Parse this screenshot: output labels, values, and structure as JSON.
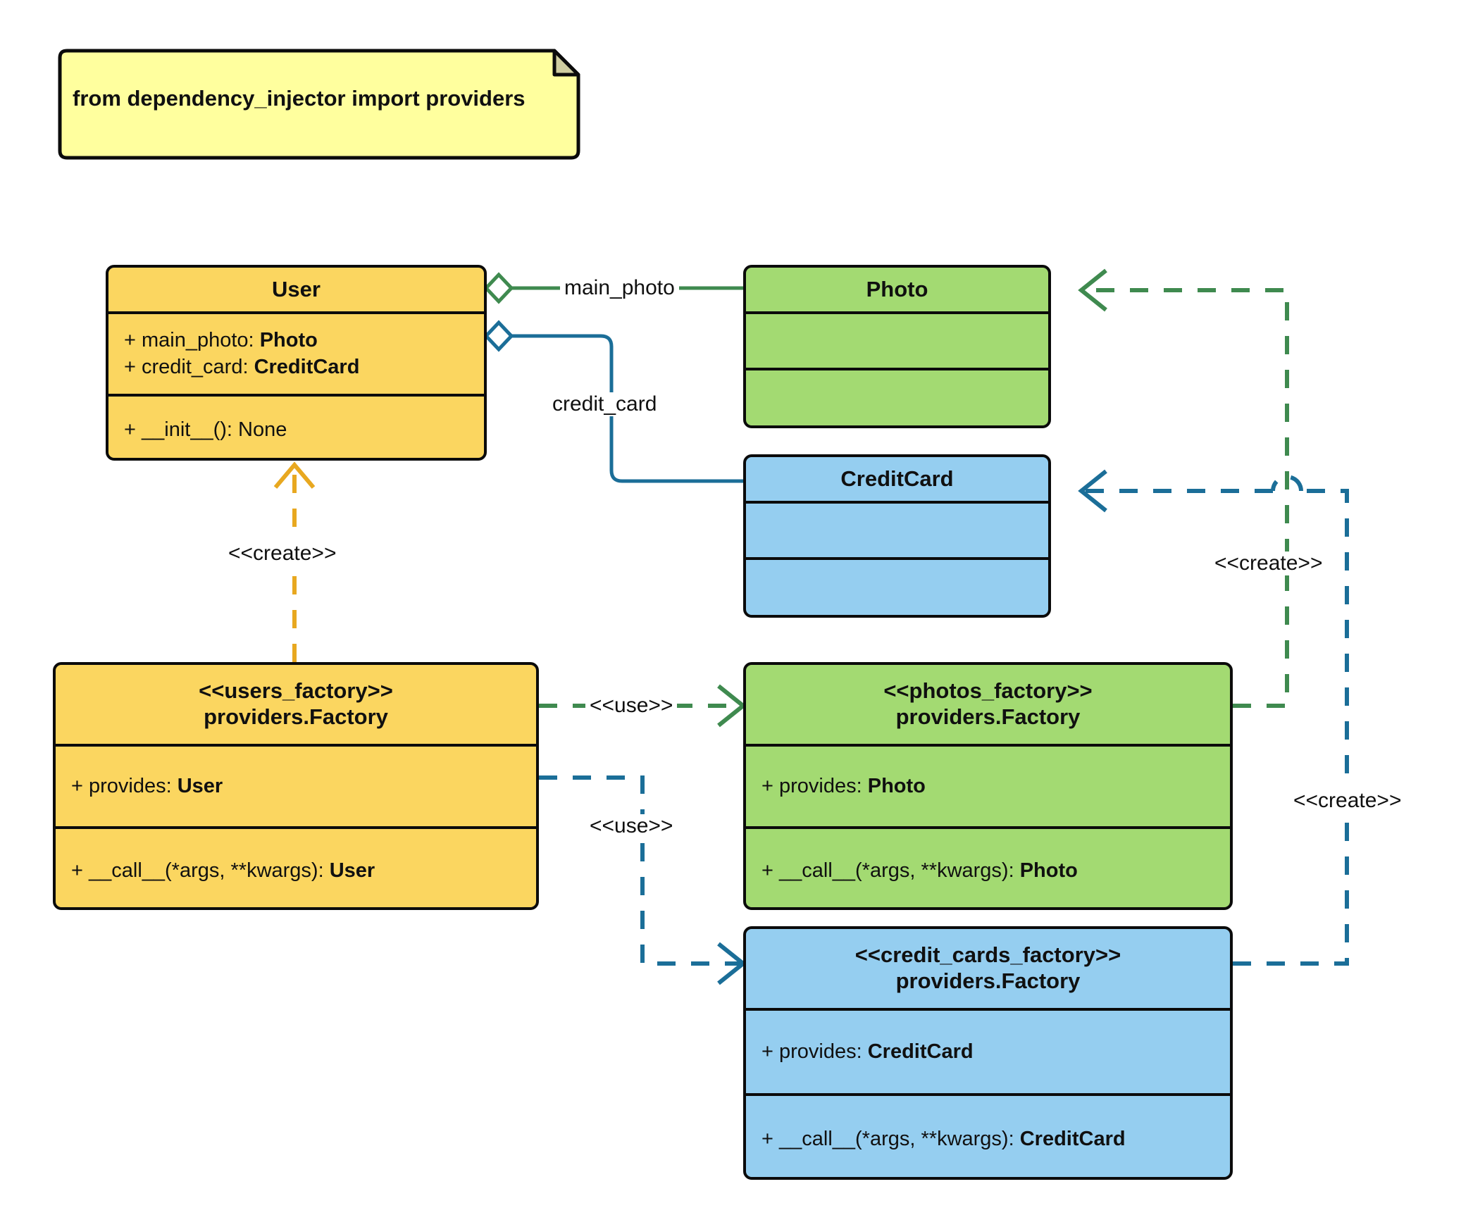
{
  "diagram": {
    "type": "uml-class-diagram",
    "title": "dependency_injector factories class diagram"
  },
  "note": {
    "text": "from dependency_injector import providers"
  },
  "classes": [
    {
      "id": "user",
      "name": "User",
      "stereotype": "",
      "color": "#fbd660",
      "attributes": [
        {
          "visibility": "+",
          "name": "main_photo:",
          "type": "Photo"
        },
        {
          "visibility": "+",
          "name": "credit_card:",
          "type": "CreditCard"
        }
      ],
      "operations": [
        {
          "visibility": "+",
          "name": "__init__(): None",
          "type": ""
        }
      ]
    },
    {
      "id": "photo",
      "name": "Photo",
      "stereotype": "",
      "color": "#a3da72",
      "attributes": [],
      "operations": []
    },
    {
      "id": "creditcard",
      "name": "CreditCard",
      "stereotype": "",
      "color": "#95cef0",
      "attributes": [],
      "operations": []
    },
    {
      "id": "users_factory",
      "name": "providers.Factory",
      "stereotype": "<<users_factory>>",
      "color": "#fbd660",
      "attributes": [
        {
          "visibility": "+",
          "name": "provides:",
          "type": "User"
        }
      ],
      "operations": [
        {
          "visibility": "+",
          "name": "__call__(*args, **kwargs):",
          "type": "User"
        }
      ]
    },
    {
      "id": "photos_factory",
      "name": "providers.Factory",
      "stereotype": "<<photos_factory>>",
      "color": "#a3da72",
      "attributes": [
        {
          "visibility": "+",
          "name": "provides:",
          "type": "Photo"
        }
      ],
      "operations": [
        {
          "visibility": "+",
          "name": "__call__(*args, **kwargs):",
          "type": "Photo"
        }
      ]
    },
    {
      "id": "credit_cards_factory",
      "name": "providers.Factory",
      "stereotype": "<<credit_cards_factory>>",
      "color": "#95cef0",
      "attributes": [
        {
          "visibility": "+",
          "name": "provides:",
          "type": "CreditCard"
        }
      ],
      "operations": [
        {
          "visibility": "+",
          "name": "__call__(*args, **kwargs):",
          "type": "CreditCard"
        }
      ]
    }
  ],
  "relationships": [
    {
      "id": "user-photo",
      "kind": "aggregation",
      "from": "user",
      "to": "photo",
      "label": "main_photo",
      "color": "#3f8a4f",
      "style": "solid"
    },
    {
      "id": "user-creditcard",
      "kind": "aggregation",
      "from": "user",
      "to": "creditcard",
      "label": "credit_card",
      "color": "#1b6e98",
      "style": "solid"
    },
    {
      "id": "usersfactory-user",
      "kind": "dependency",
      "from": "users_factory",
      "to": "user",
      "label": "<<create>>",
      "color": "#e8a820",
      "style": "dashed"
    },
    {
      "id": "usersfactory-photosfactory",
      "kind": "dependency",
      "from": "users_factory",
      "to": "photos_factory",
      "label": "<<use>>",
      "color": "#3f8a4f",
      "style": "dashed"
    },
    {
      "id": "usersfactory-creditcardsfactory",
      "kind": "dependency",
      "from": "users_factory",
      "to": "credit_cards_factory",
      "label": "<<use>>",
      "color": "#1b6e98",
      "style": "dashed"
    },
    {
      "id": "photosfactory-photo",
      "kind": "dependency",
      "from": "photos_factory",
      "to": "photo",
      "label": "<<create>>",
      "color": "#3f8a4f",
      "style": "dashed"
    },
    {
      "id": "creditcardsfactory-creditcard",
      "kind": "dependency",
      "from": "credit_cards_factory",
      "to": "creditcard",
      "label": "<<create>>",
      "color": "#1b6e98",
      "style": "dashed"
    }
  ],
  "colors": {
    "yellow": "#fbd660",
    "green": "#a3da72",
    "blue": "#95cef0",
    "note": "#ffff9e",
    "outline": "#0b0b0b",
    "green_line": "#3f8a4f",
    "blue_line": "#1b6e98",
    "amber_line": "#e8a820"
  }
}
